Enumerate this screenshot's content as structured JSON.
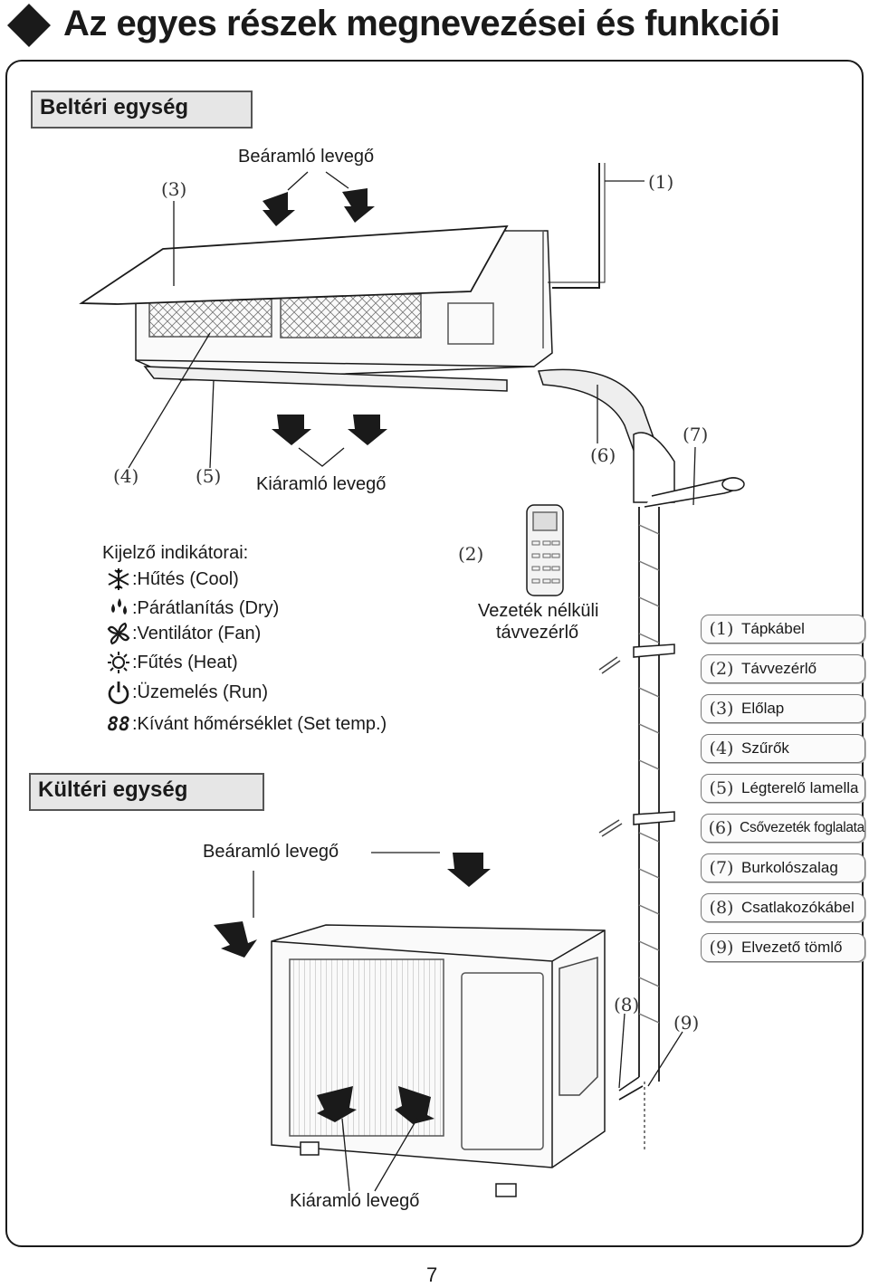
{
  "page": {
    "title": "Az egyes részek megnevezései és funkciói",
    "number": "7"
  },
  "indoor": {
    "section_label": "Beltéri egység",
    "air_in": "Beáramló levegő",
    "air_out": "Kiáramló levegő"
  },
  "display": {
    "heading": "Kijelző indikátorai:",
    "items": [
      {
        "icon": "snowflake-icon",
        "label": ":Hűtés (Cool)"
      },
      {
        "icon": "droplets-icon",
        "label": ":Párátlanítás (Dry)"
      },
      {
        "icon": "fan-icon",
        "label": ":Ventilátor (Fan)"
      },
      {
        "icon": "sun-icon",
        "label": ":Fűtés (Heat)"
      },
      {
        "icon": "power-icon",
        "label": ":Üzemelés (Run)"
      },
      {
        "icon": "seven-segment-88-icon",
        "label": ":Kívánt hőmérséklet (Set temp.)",
        "glyph": "88"
      }
    ]
  },
  "remote": {
    "label_line1": "Vezeték nélküli",
    "label_line2": "távvezérlő"
  },
  "outdoor": {
    "section_label": "Kültéri egység",
    "air_in": "Beáramló levegő",
    "air_out": "Kiáramló levegő"
  },
  "callouts": [
    "(1)",
    "(2)",
    "(3)",
    "(4)",
    "(5)",
    "(6)",
    "(7)",
    "(8)",
    "(9)"
  ],
  "legend": [
    {
      "num": "(1)",
      "label": "Tápkábel"
    },
    {
      "num": "(2)",
      "label": "Távvezérlő"
    },
    {
      "num": "(3)",
      "label": "Előlap"
    },
    {
      "num": "(4)",
      "label": "Szűrők"
    },
    {
      "num": "(5)",
      "label": "Légterelő lamella"
    },
    {
      "num": "(6)",
      "label": "Csővezeték foglalata"
    },
    {
      "num": "(7)",
      "label": "Burkolószalag"
    },
    {
      "num": "(8)",
      "label": "Csatlakozókábel"
    },
    {
      "num": "(9)",
      "label": "Elvezető tömlő"
    }
  ]
}
